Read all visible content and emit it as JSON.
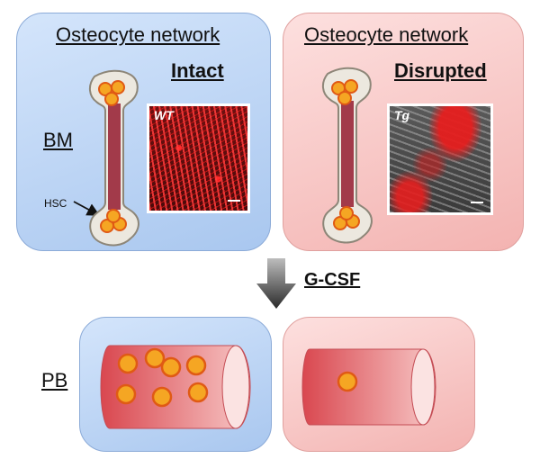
{
  "panels": {
    "left": {
      "title": "Osteocyte network",
      "status": "Intact",
      "micrograph_label": "WT",
      "color": "#b8d2f3"
    },
    "right": {
      "title": "Osteocyte network",
      "status": "Disrupted",
      "micrograph_label": "Tg",
      "color": "#f7c3c2"
    }
  },
  "labels": {
    "bone_marrow": "BM",
    "hsc": "HSC",
    "peripheral_blood": "PB"
  },
  "arrow": {
    "label": "G-CSF"
  },
  "colors": {
    "cell_fill": "#f5a623",
    "cell_ring": "#e05a14",
    "bone_marrow": "#a23a4a",
    "vessel": "#e36b72"
  },
  "cells_in_vessel": {
    "intact": 7,
    "disrupted": 1
  }
}
